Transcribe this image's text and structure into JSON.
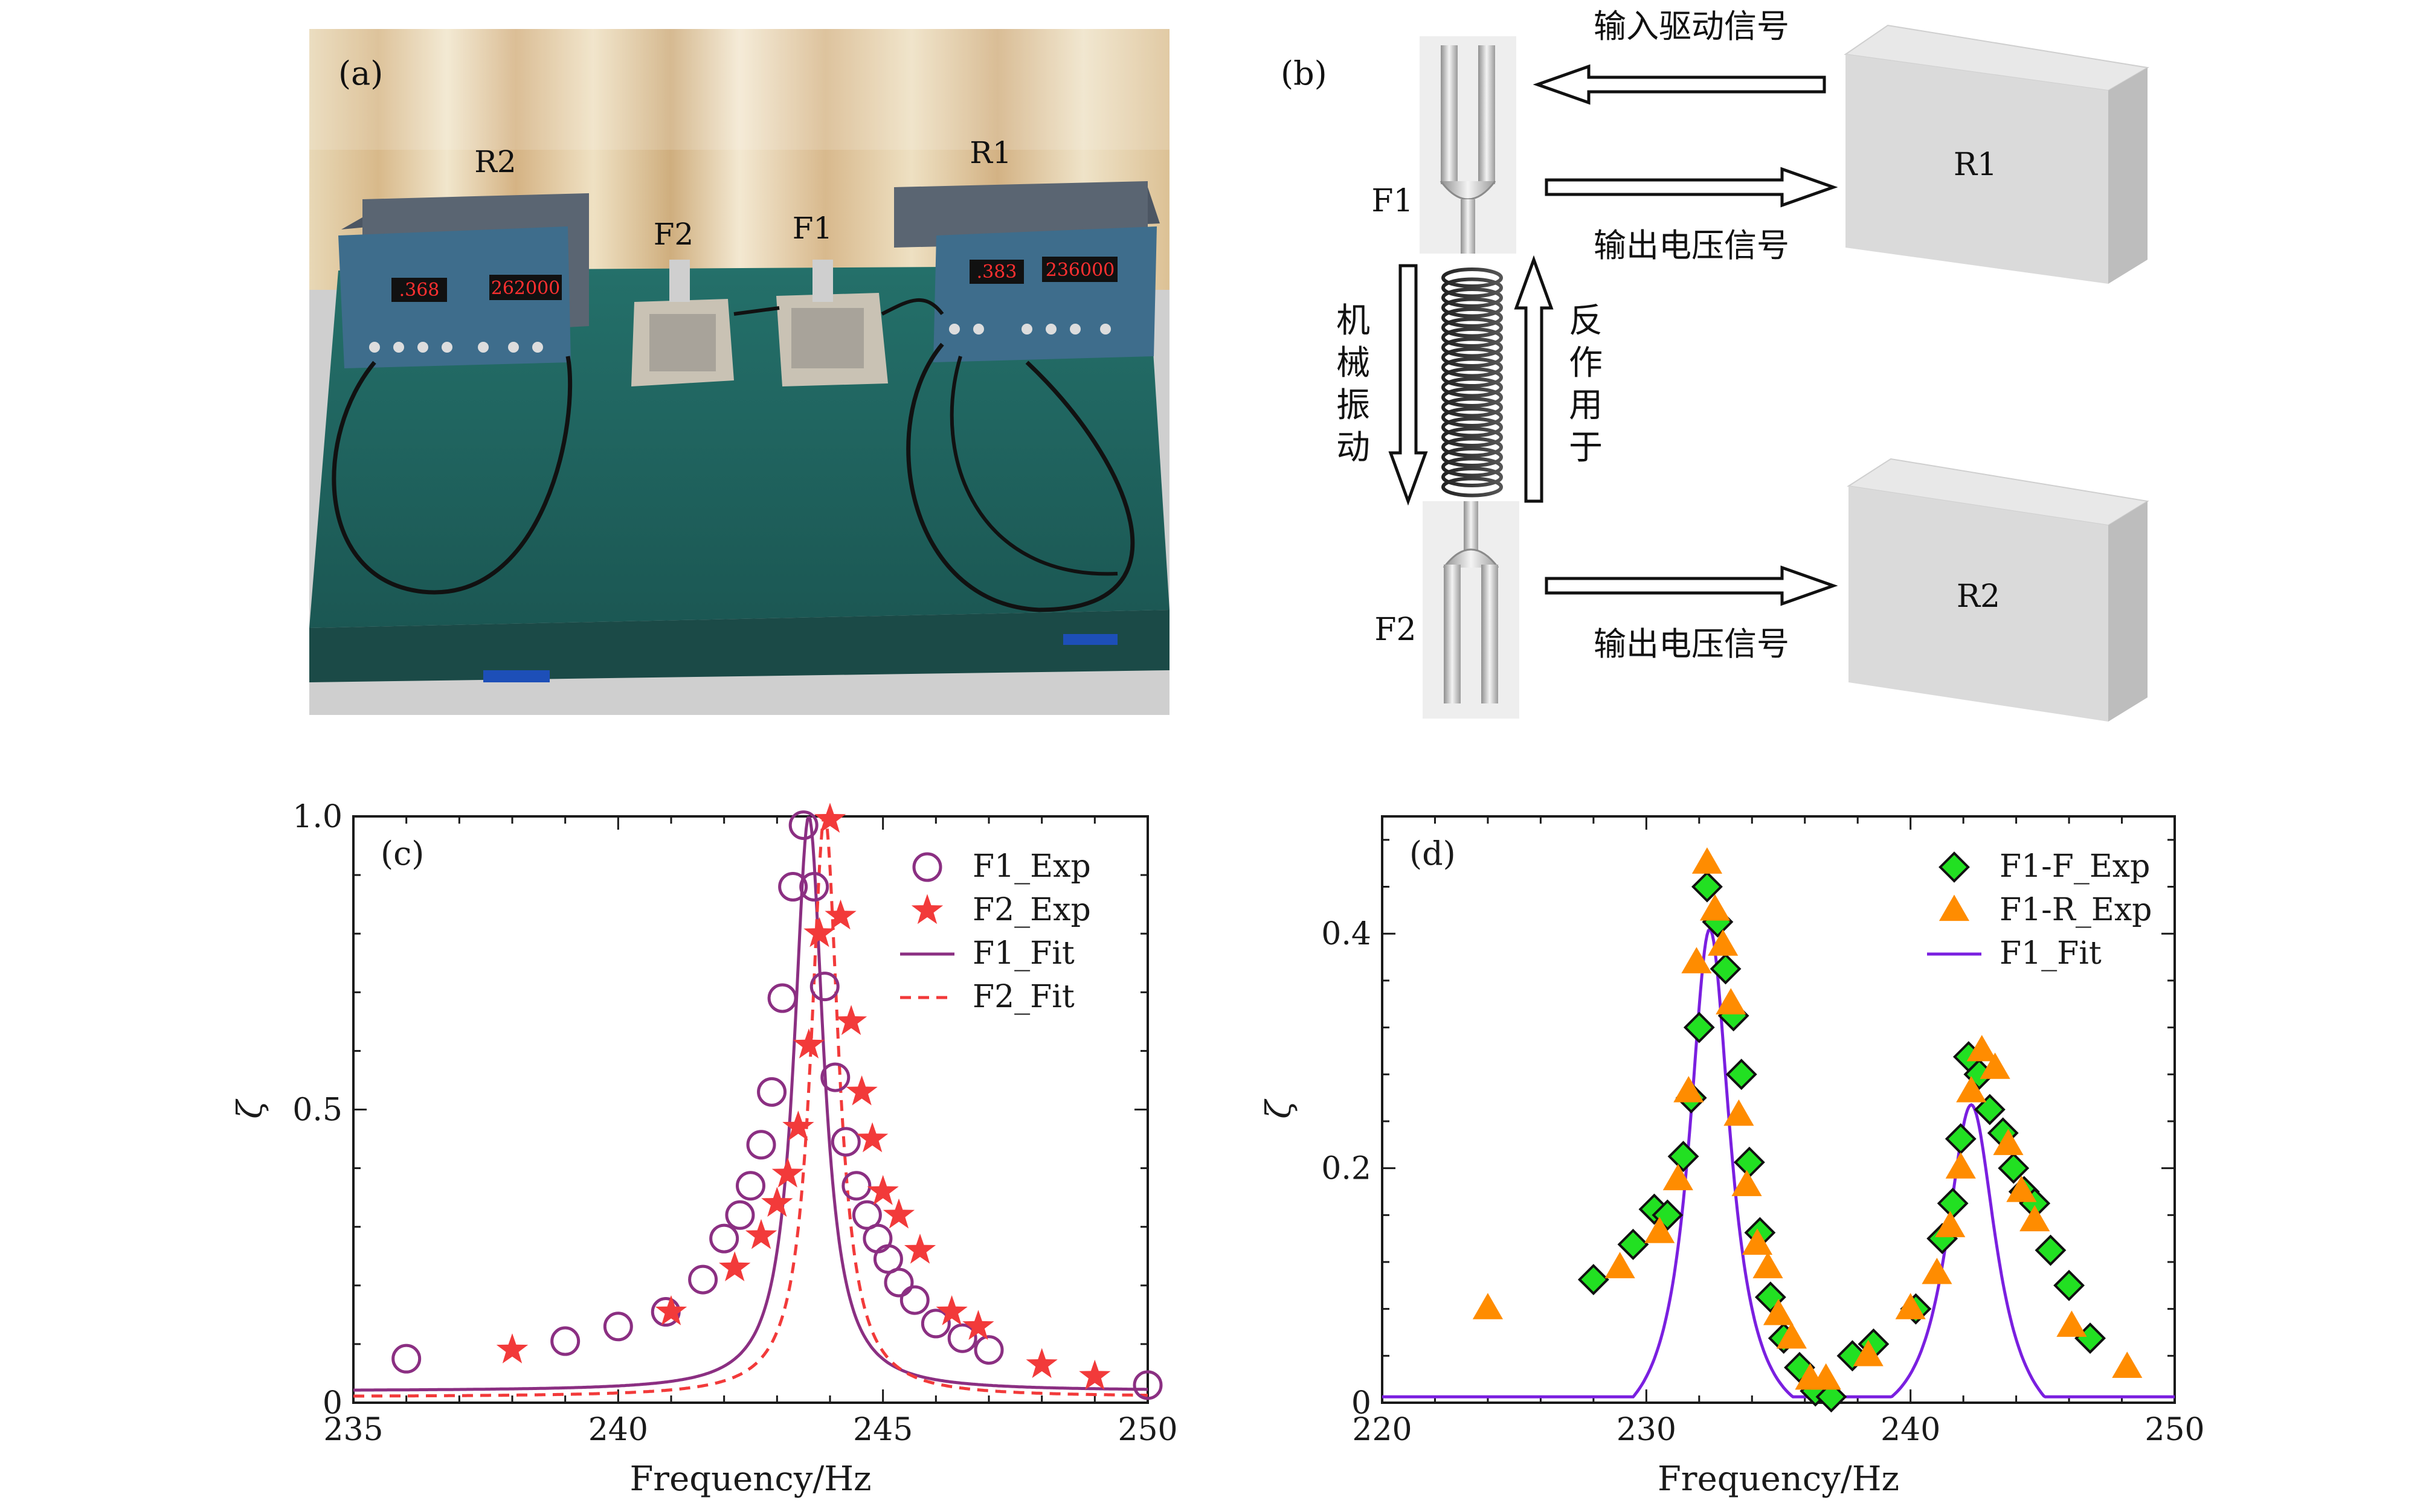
{
  "colors": {
    "background": "#ffffff",
    "axis": "#1a1a1a",
    "f1_exp": "#8b2f82",
    "f2_exp": "#f23a3a",
    "f1_fit_c": "#8b2f82",
    "f2_fit_c": "#f23a3a",
    "f1f_exp_fill": "#22e022",
    "f1r_exp_fill": "#ff8c00",
    "f1_fit_d": "#7a1fe0",
    "table_green": "#1f6460",
    "device_gray": "#54606e",
    "block_gray": "#dcdcdc"
  },
  "panel_a": {
    "label": "(a)",
    "devices": [
      {
        "name": "R2",
        "display_left": ".368",
        "display_right": "262000"
      },
      {
        "name": "R1",
        "display_left": ".383",
        "display_right": "236000"
      }
    ],
    "forks": [
      "F2",
      "F1"
    ]
  },
  "panel_b": {
    "label": "(b)",
    "fork_top": "F1",
    "fork_bottom": "F2",
    "box_top": "R1",
    "box_bottom": "R2",
    "arrow_input": "输入驱动信号",
    "arrow_output_top": "输出电压信号",
    "arrow_output_bottom": "输出电压信号",
    "vertical_left": [
      "机",
      "械",
      "振",
      "动"
    ],
    "vertical_right": [
      "反",
      "作",
      "用",
      "于"
    ]
  },
  "chart_data": [
    {
      "type": "scatter",
      "panel": "(c)",
      "xlabel": "Frequency/Hz",
      "ylabel": "ζ",
      "xlim": [
        235,
        250
      ],
      "ylim": [
        0,
        1.0
      ],
      "xticks": [
        235,
        240,
        245,
        250
      ],
      "yticks": [
        0,
        0.5,
        1.0
      ],
      "xtick_labels": [
        "235",
        "240",
        "245",
        "250"
      ],
      "ytick_labels": [
        "0",
        "0.5",
        "1.0"
      ],
      "legend_position": "top-right",
      "series": [
        {
          "name": "F1_Exp",
          "kind": "markers",
          "marker": "open-circle",
          "x": [
            236.0,
            239.0,
            240.0,
            240.9,
            241.6,
            242.0,
            242.3,
            242.5,
            242.7,
            242.9,
            243.1,
            243.3,
            243.5,
            243.7,
            243.9,
            244.1,
            244.3,
            244.5,
            244.7,
            244.9,
            245.1,
            245.3,
            245.6,
            246.0,
            246.5,
            247.0,
            250.0
          ],
          "y": [
            0.075,
            0.105,
            0.13,
            0.155,
            0.21,
            0.28,
            0.32,
            0.37,
            0.44,
            0.53,
            0.69,
            0.88,
            0.985,
            0.88,
            0.71,
            0.555,
            0.445,
            0.37,
            0.32,
            0.28,
            0.245,
            0.205,
            0.175,
            0.135,
            0.11,
            0.09,
            0.03
          ]
        },
        {
          "name": "F2_Exp",
          "kind": "markers",
          "marker": "star",
          "x": [
            238.0,
            241.0,
            242.2,
            242.7,
            243.0,
            243.2,
            243.4,
            243.6,
            243.8,
            244.0,
            244.2,
            244.4,
            244.6,
            244.8,
            245.0,
            245.3,
            245.7,
            246.3,
            246.8,
            248.0,
            249.0
          ],
          "y": [
            0.09,
            0.155,
            0.23,
            0.285,
            0.34,
            0.39,
            0.47,
            0.61,
            0.8,
            0.995,
            0.83,
            0.65,
            0.53,
            0.45,
            0.36,
            0.32,
            0.26,
            0.155,
            0.13,
            0.065,
            0.045
          ]
        },
        {
          "name": "F1_Fit",
          "kind": "line",
          "style": "solid",
          "x0": 243.6,
          "gamma": 0.34,
          "base": 0.02
        },
        {
          "name": "F2_Fit",
          "kind": "line",
          "style": "dashed",
          "x0": 243.9,
          "gamma": 0.32,
          "base": 0.01
        }
      ]
    },
    {
      "type": "scatter",
      "panel": "(d)",
      "xlabel": "Frequency/Hz",
      "ylabel": "ζ",
      "xlim": [
        220,
        250
      ],
      "ylim": [
        0,
        0.5
      ],
      "xticks": [
        220,
        230,
        240,
        250
      ],
      "yticks": [
        0,
        0.2,
        0.4
      ],
      "xtick_labels": [
        "220",
        "230",
        "240",
        "250"
      ],
      "ytick_labels": [
        "0",
        "0.2",
        "0.4"
      ],
      "legend_position": "top-right",
      "series": [
        {
          "name": "F1-F_Exp",
          "kind": "markers",
          "marker": "diamond",
          "x": [
            228.0,
            229.5,
            230.3,
            230.8,
            231.4,
            231.7,
            232.0,
            232.3,
            232.7,
            233.0,
            233.3,
            233.6,
            233.9,
            234.3,
            234.7,
            235.2,
            235.8,
            236.4,
            237.0,
            237.8,
            238.6,
            240.2,
            241.2,
            241.6,
            241.9,
            242.2,
            242.6,
            243.0,
            243.5,
            243.9,
            244.3,
            244.7,
            245.3,
            246.0,
            246.8
          ],
          "y": [
            0.105,
            0.135,
            0.165,
            0.16,
            0.21,
            0.26,
            0.32,
            0.44,
            0.41,
            0.37,
            0.33,
            0.28,
            0.205,
            0.145,
            0.09,
            0.055,
            0.03,
            0.01,
            0.005,
            0.04,
            0.05,
            0.08,
            0.14,
            0.17,
            0.225,
            0.295,
            0.28,
            0.25,
            0.23,
            0.2,
            0.18,
            0.17,
            0.13,
            0.1,
            0.055
          ]
        },
        {
          "name": "F1-R_Exp",
          "kind": "markers",
          "marker": "triangle",
          "x": [
            224.0,
            229.0,
            230.5,
            231.2,
            231.6,
            231.9,
            232.3,
            232.6,
            232.9,
            233.2,
            233.5,
            233.8,
            234.2,
            234.6,
            235.0,
            235.5,
            236.2,
            236.8,
            238.4,
            240.0,
            241.0,
            241.5,
            241.9,
            242.3,
            242.7,
            243.2,
            243.7,
            244.2,
            244.7,
            246.1,
            248.2
          ],
          "y": [
            0.08,
            0.115,
            0.145,
            0.19,
            0.265,
            0.375,
            0.46,
            0.42,
            0.39,
            0.34,
            0.245,
            0.185,
            0.135,
            0.115,
            0.075,
            0.055,
            0.02,
            0.02,
            0.04,
            0.08,
            0.11,
            0.15,
            0.2,
            0.265,
            0.3,
            0.285,
            0.22,
            0.18,
            0.155,
            0.065,
            0.03
          ]
        },
        {
          "name": "F1_Fit",
          "kind": "line",
          "style": "solid",
          "peaks": [
            {
              "x0": 232.4,
              "gamma": 0.95,
              "amp": 0.44
            },
            {
              "x0": 242.3,
              "gamma": 1.15,
              "amp": 0.29
            }
          ],
          "base": -0.04
        }
      ]
    }
  ]
}
